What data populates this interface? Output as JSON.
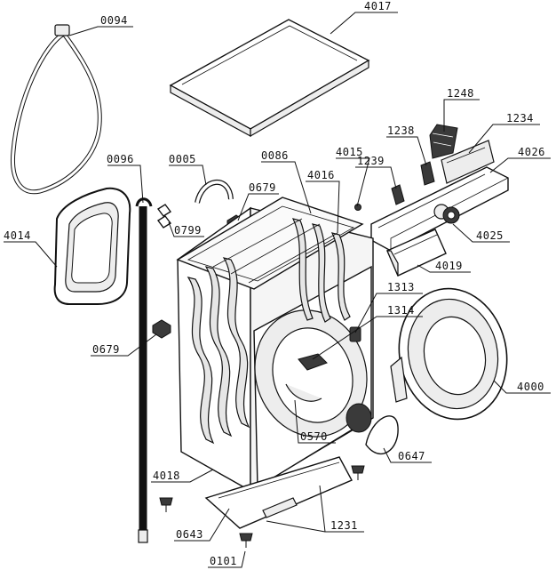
{
  "diagram": {
    "labels": {
      "l0094": "0094",
      "l4017": "4017",
      "l1248": "1248",
      "l1238": "1238",
      "l1234": "1234",
      "l0096": "0096",
      "l0005": "0005",
      "l0086": "0086",
      "l4015": "4015",
      "l1239": "1239",
      "l4016": "4016",
      "l4026": "4026",
      "l0679a": "0679",
      "l0799": "0799",
      "l4014": "4014",
      "l4025": "4025",
      "l4019": "4019",
      "l1313": "1313",
      "l1314": "1314",
      "l0679b": "0679",
      "l4000": "4000",
      "l0570": "0570",
      "l0647": "0647",
      "l4018": "4018",
      "l0643": "0643",
      "l1231": "1231",
      "l0101": "0101"
    }
  }
}
